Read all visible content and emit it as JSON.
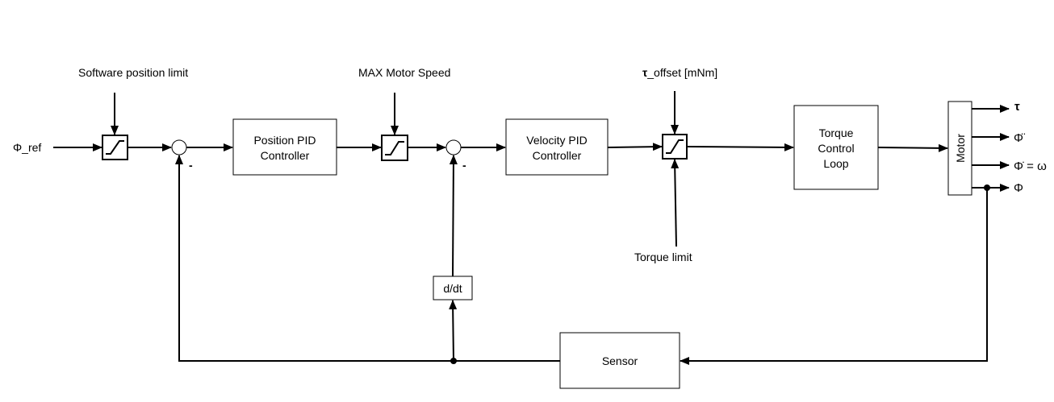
{
  "diagram": {
    "type": "control-loop-block-diagram",
    "input": {
      "label": "Φ_ref"
    },
    "limits": {
      "software_position_limit": "Software position limit",
      "max_motor_speed": "MAX Motor Speed",
      "tau_offset_symbol": "τ",
      "tau_offset_rest": "_offset [mNm]",
      "torque_limit": "Torque limit"
    },
    "blocks": {
      "position_pid": [
        "Position PID",
        "Controller"
      ],
      "velocity_pid": [
        "Velocity PID",
        "Controller"
      ],
      "torque_loop": [
        "Torque",
        "Control",
        "Loop"
      ],
      "motor": "Motor",
      "sensor": "Sensor",
      "derivative": "d/dt"
    },
    "sum_signs": {
      "sum1_minus": "-",
      "sum2_minus": "-"
    },
    "outputs": {
      "tau": "τ",
      "phi_ddot": "Φ̈",
      "phi_dot": "Φ̇ = ω",
      "phi": "Φ"
    }
  }
}
